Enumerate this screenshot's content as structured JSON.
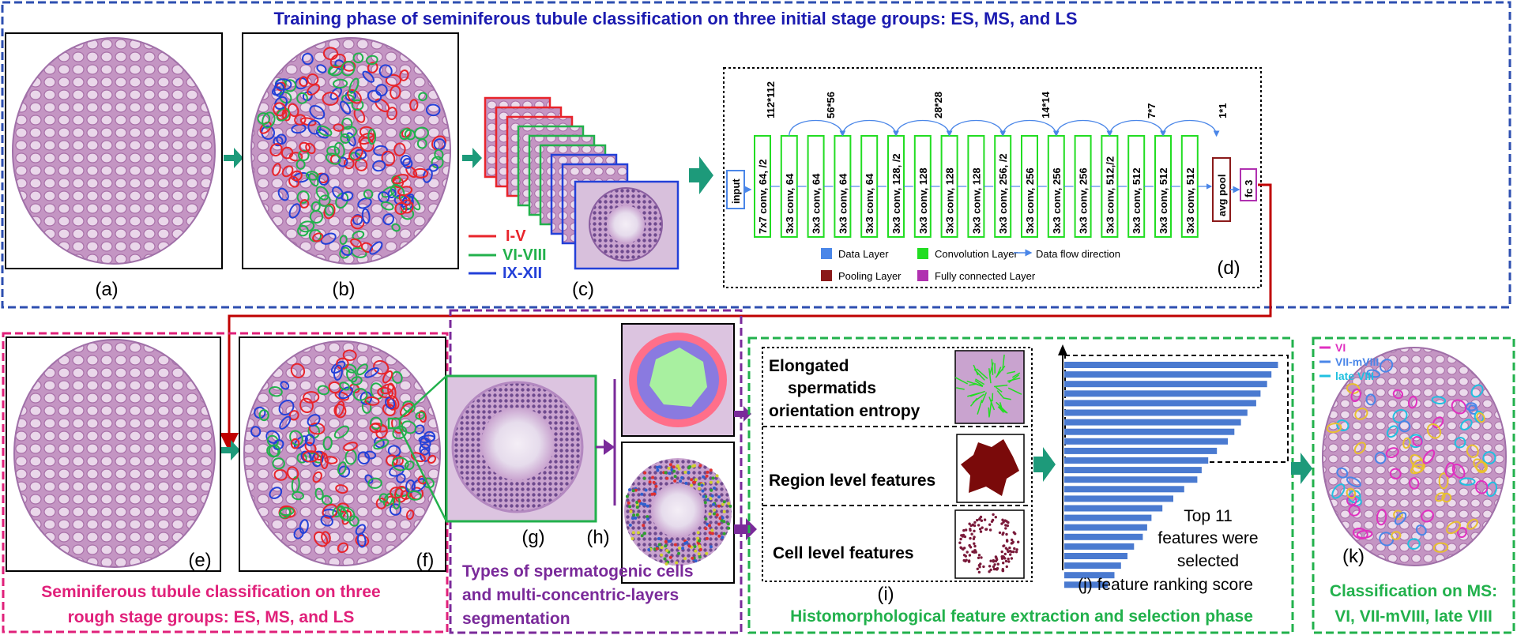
{
  "training": {
    "title": "Training phase of seminiferous tubule classification on three initial stage groups: ES, MS, and LS",
    "labels": {
      "a": "(a)",
      "b": "(b)",
      "c": "(c)",
      "d": "(d)"
    },
    "legend": [
      {
        "text": "I-V",
        "color": "#e8242b"
      },
      {
        "text": "VI-VIII",
        "color": "#22b14c"
      },
      {
        "text": "IX-XII",
        "color": "#2340d8"
      }
    ]
  },
  "network": {
    "input_label": "input",
    "layers": [
      "7x7 conv, 64, /2",
      "3x3 conv, 64",
      "3x3 conv, 64",
      "3x3 conv, 64",
      "3x3 conv, 64",
      "3x3 conv, 128, /2",
      "3x3 conv, 128",
      "3x3 conv, 128",
      "3x3 conv, 128",
      "3x3 conv, 256, /2",
      "3x3 conv, 256",
      "3x3 conv, 256",
      "3x3 conv, 256",
      "3x3 conv, 512,/2",
      "3x3 conv, 512",
      "3x3 conv, 512",
      "3x3 conv, 512"
    ],
    "pool_label": "avg pool",
    "fc_label": "fc 3",
    "sizes": [
      "112*112",
      "56*56",
      "28*28",
      "14*14",
      "7*7",
      "1*1"
    ],
    "legend": {
      "data_layer": "Data Layer",
      "conv_layer": "Convolution Layer",
      "flow": "Data flow direction",
      "pooling": "Pooling Layer",
      "fc": "Fully connected Layer"
    },
    "colors": {
      "data": "#4a86e8",
      "conv": "#22dd22",
      "pool": "#8b1a1a",
      "fc": "#b030b0"
    }
  },
  "rough": {
    "title_line1": "Seminiferous tubule classification on three",
    "title_line2": "rough stage groups: ES, MS, and LS",
    "labels": {
      "e": "(e)",
      "f": "(f)"
    }
  },
  "cells": {
    "title_line1": "Types of spermatogenic cells",
    "title_line2": "and multi-concentric-layers",
    "title_line3": "segmentation",
    "labels": {
      "g": "(g)",
      "h": "(h)"
    }
  },
  "features": {
    "f1_line1": "Elongated",
    "f1_line2": "spermatids",
    "f1_line3": "orientation entropy",
    "f2": "Region level features",
    "f3": "Cell level features",
    "label_i": "(i)",
    "ranking_label": "(j) feature ranking score",
    "note_line1": "Top 11",
    "note_line2": "features were",
    "note_line3": "selected",
    "title": "Histomorphological feature extraction and selection phase",
    "scores": [
      0.98,
      0.95,
      0.93,
      0.9,
      0.88,
      0.84,
      0.81,
      0.78,
      0.75,
      0.7,
      0.66,
      0.63,
      0.61,
      0.55,
      0.5,
      0.45,
      0.4,
      0.38,
      0.36,
      0.32,
      0.29,
      0.26,
      0.23,
      0.2
    ]
  },
  "final": {
    "legend": [
      {
        "text": "VI",
        "color": "#e030c0"
      },
      {
        "text": "VII-mVIII",
        "color": "#4a86e8"
      },
      {
        "text": "late VIII",
        "color": "#20c0e0"
      }
    ],
    "label_k": "(k)",
    "title_line1": "Classification on MS:",
    "title_line2": "VI, VII-mVIII, late VIII"
  }
}
